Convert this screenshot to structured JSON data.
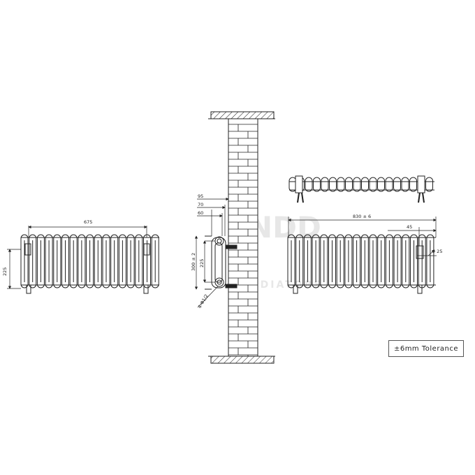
{
  "front_view": {
    "width_label": "675",
    "height_label": "225"
  },
  "side_view": {
    "depth_outer_label": "95",
    "depth_mid_label": "70",
    "depth_inner_label": "60",
    "height_total_label": "300 ± 2",
    "height_centers_label": "225",
    "pipe_label": "4-Φ1/2"
  },
  "top_front_view": {
    "centers_label": "830 ± 6",
    "offset_label": "45",
    "valve_label": "Φ 25"
  },
  "tolerance": {
    "label": "±6mm Tolerance"
  },
  "watermark": {
    "text_top": "NDD",
    "text_bottom": "RADIATORS"
  },
  "colors": {
    "line": "#222222",
    "wall_fill": "#ffffff",
    "watermark": "#cccccc"
  }
}
